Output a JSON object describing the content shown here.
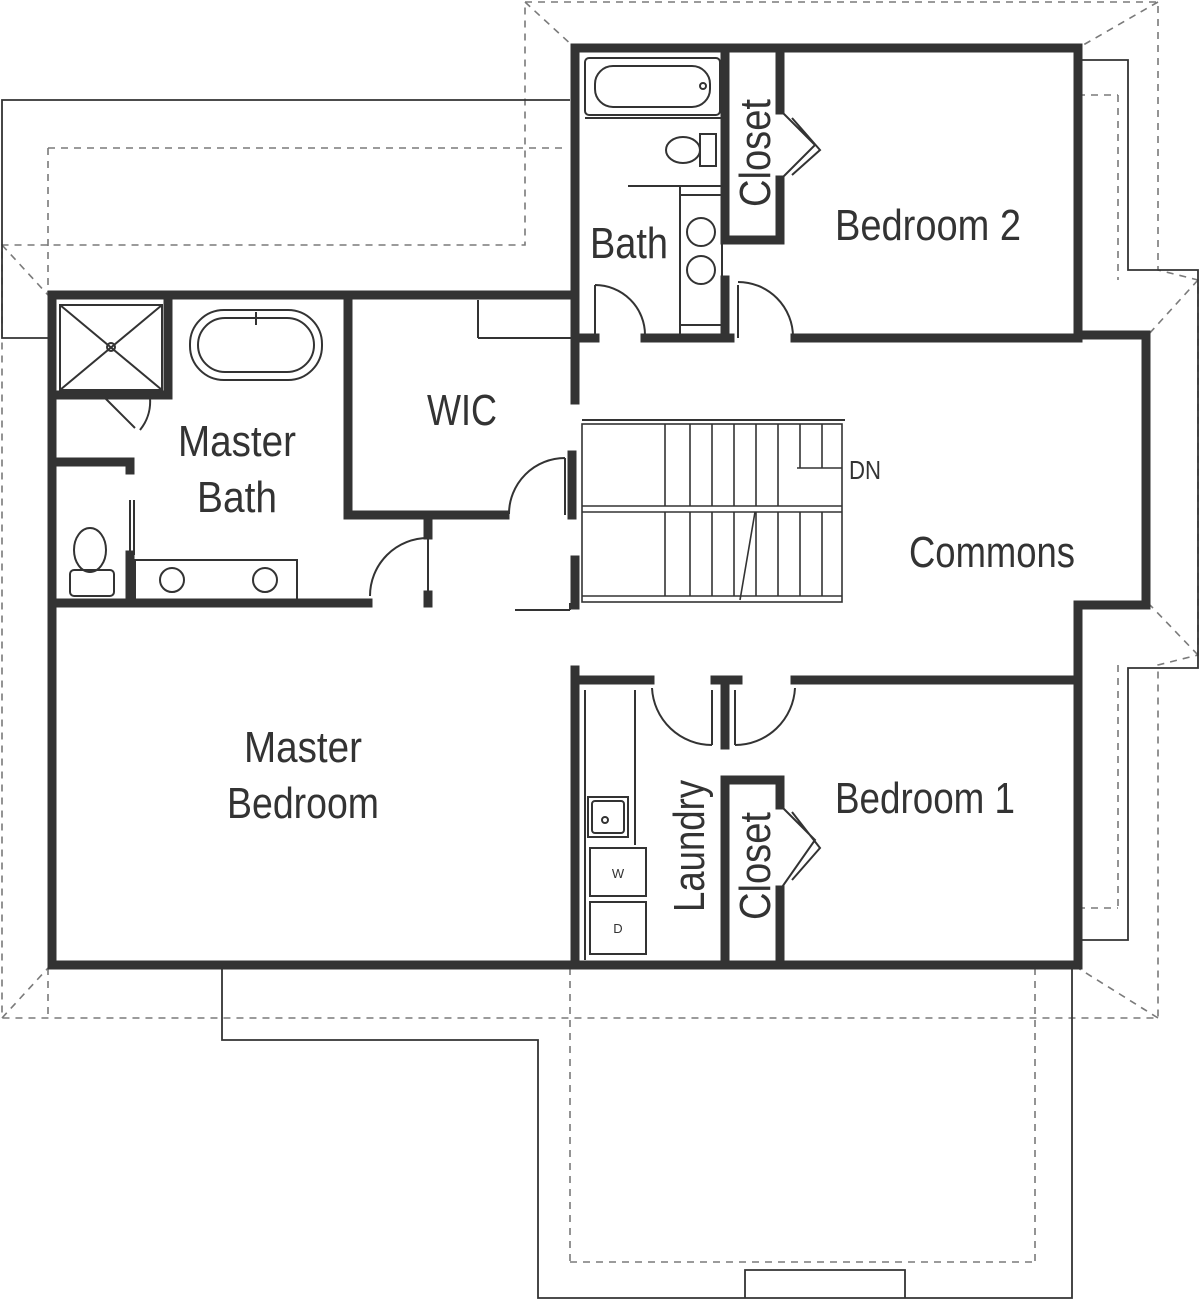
{
  "rooms": {
    "bedroom2": "Bedroom 2",
    "bath": "Bath",
    "closet_top": "Closet",
    "wic": "WIC",
    "master_bath_line1": "Master",
    "master_bath_line2": "Bath",
    "commons": "Commons",
    "master_bedroom_line1": "Master",
    "master_bedroom_line2": "Bedroom",
    "bedroom1": "Bedroom 1",
    "laundry": "Laundry",
    "closet_bottom": "Closet"
  },
  "stairs": {
    "direction": "DN"
  },
  "appliances": {
    "washer": "W",
    "dryer": "D"
  },
  "colors": {
    "wall": "#333333",
    "dashed_roofline": "#7a7a7a",
    "background": "#ffffff"
  }
}
